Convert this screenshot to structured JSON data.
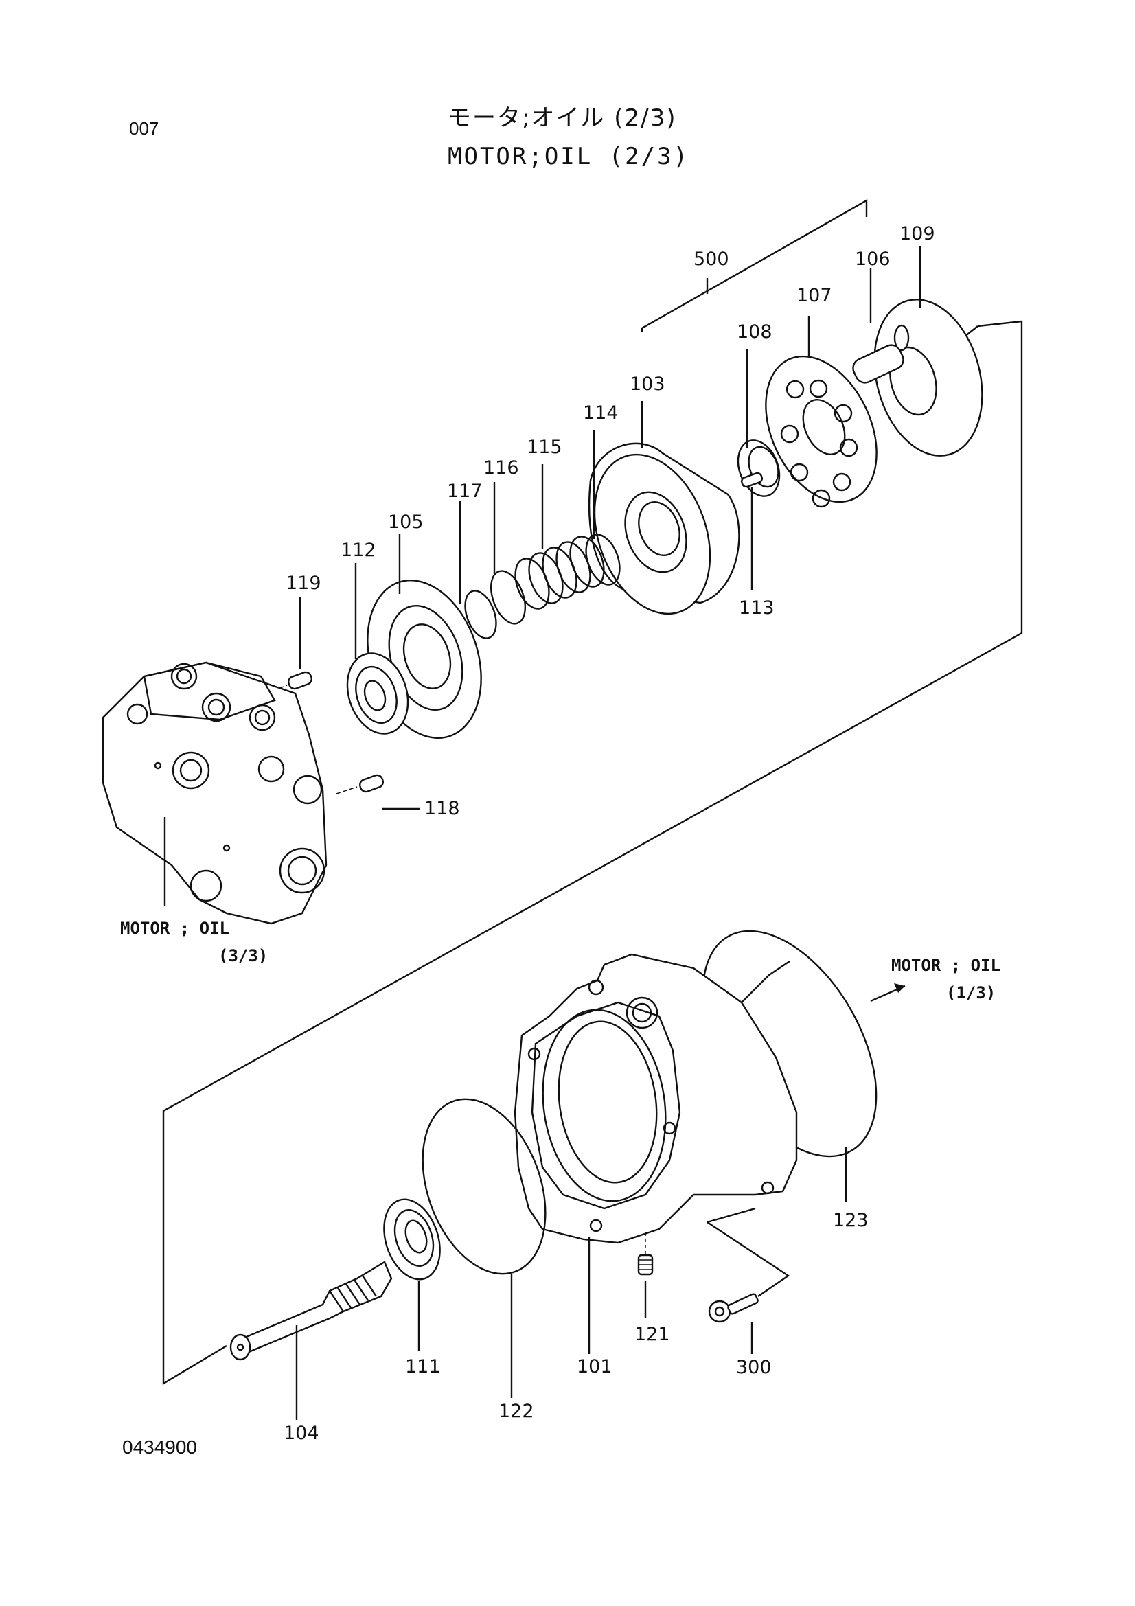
{
  "header": {
    "page_number": "007",
    "title_jp": "モータ;オイル (2/3)",
    "title_en": "MOTOR;OIL (2/3)"
  },
  "footer": {
    "doc_code": "0434900"
  },
  "callouts": {
    "top_left": {
      "line1": "MOTOR ; OIL",
      "line2": "(3/3)"
    },
    "right": {
      "line1": "MOTOR ; OIL",
      "line2": "(1/3)"
    }
  },
  "parts": {
    "p500": "500",
    "p106": "106",
    "p109": "109",
    "p107": "107",
    "p108": "108",
    "p103": "103",
    "p114": "114",
    "p115": "115",
    "p116": "116",
    "p117": "117",
    "p105": "105",
    "p112": "112",
    "p119": "119",
    "p113": "113",
    "p118": "118",
    "p123": "123",
    "p111": "111",
    "p122": "122",
    "p101": "101",
    "p121": "121",
    "p300": "300",
    "p104": "104"
  }
}
